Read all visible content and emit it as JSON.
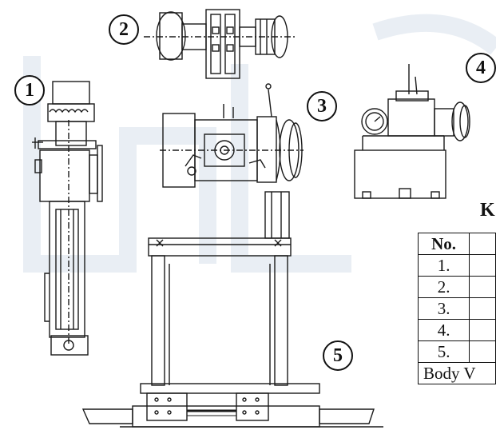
{
  "callouts": [
    {
      "id": "1",
      "label": "1"
    },
    {
      "id": "2",
      "label": "2"
    },
    {
      "id": "3",
      "label": "3"
    },
    {
      "id": "4",
      "label": "4"
    },
    {
      "id": "5",
      "label": "5"
    }
  ],
  "key": {
    "title": "K",
    "header_no": "No.",
    "rows": [
      "1.",
      "2.",
      "3.",
      "4.",
      "5."
    ],
    "total_label": "Body V"
  }
}
